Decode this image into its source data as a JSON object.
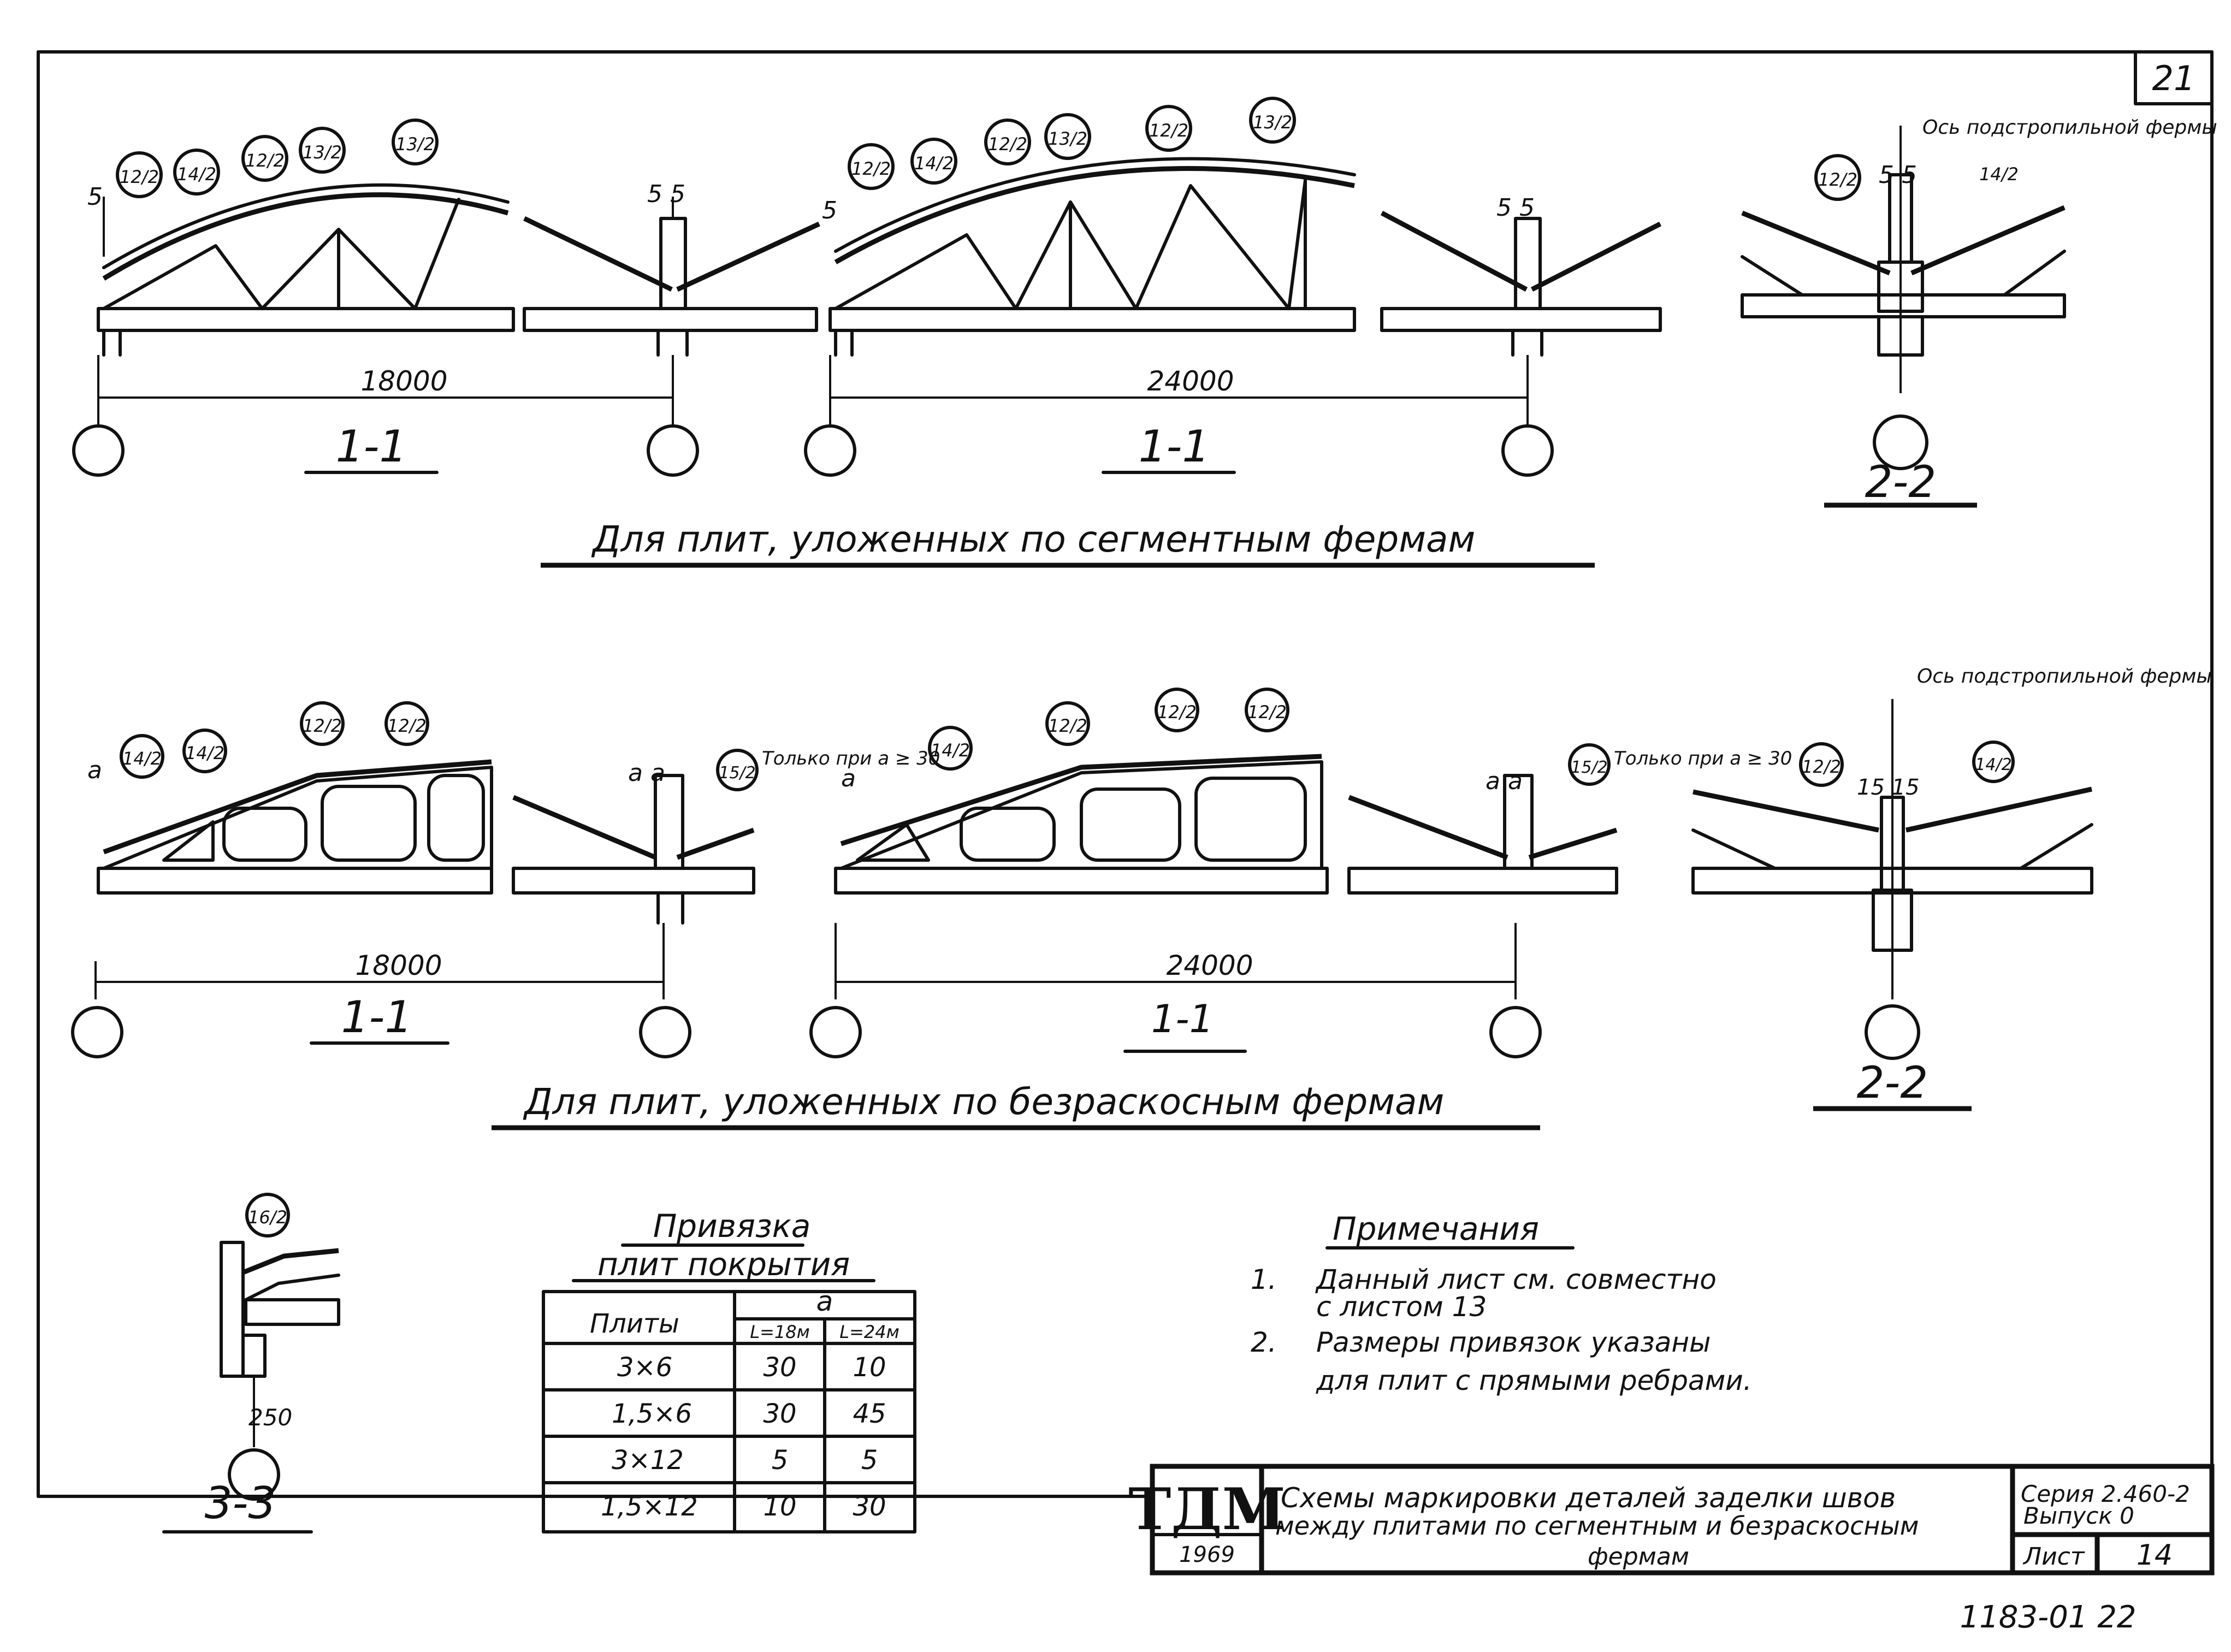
{
  "sheet_no": "21",
  "sections": {
    "segment": {
      "caption": "Для плит, уложенных по сегментным фермам",
      "left": {
        "span": "18000",
        "label": "1-1",
        "marks": [
          "12/2",
          "14/2",
          "12/2",
          "13/2",
          "13/2"
        ],
        "seam": "5",
        "seam_pair": "5 5"
      },
      "mid": {
        "span": "24000",
        "label": "1-1",
        "marks": [
          "12/2",
          "14/2",
          "12/2",
          "13/2",
          "12/2",
          "13/2"
        ],
        "seam": "5",
        "seam_pair": "5 5"
      },
      "right": {
        "label": "2-2",
        "axis_note": "Ось подстропильной фермы",
        "marks": [
          "12/2",
          "14/2"
        ],
        "seam_pair": "5 5"
      }
    },
    "no_brace": {
      "caption": "Для плит, уложенных по безраскосным фермам",
      "left": {
        "span": "18000",
        "label": "1-1",
        "marks": [
          "14/2",
          "14/2",
          "12/2",
          "12/2"
        ],
        "seam": "a",
        "seam_pair": "a a",
        "note_mark": "15/2",
        "note": "Только при a ≥ 30"
      },
      "mid": {
        "span": "24000",
        "label": "1-1",
        "marks": [
          "14/2",
          "12/2",
          "12/2",
          "12/2"
        ],
        "seam": "a",
        "seam_pair": "a a",
        "note_mark": "15/2",
        "note": "Только при a ≥ 30"
      },
      "right": {
        "label": "2-2",
        "axis_note": "Ось подстропильной фермы",
        "marks": [
          "12/2",
          "14/2"
        ],
        "seam_pair": "15 15"
      }
    },
    "detail": {
      "label": "3-3",
      "mark": "16/2",
      "dim": "250"
    }
  },
  "table": {
    "title_line1": "Привязка",
    "title_line2": "плит покрытия",
    "col_plates": "Плиты",
    "col_a": "a",
    "sub_18": "L=18м",
    "sub_24": "L=24м",
    "rows": [
      {
        "plate": "3×6",
        "a18": "30",
        "a24": "10"
      },
      {
        "plate": "1,5×6",
        "a18": "30",
        "a24": "45"
      },
      {
        "plate": "3×12",
        "a18": "5",
        "a24": "5"
      },
      {
        "plate": "1,5×12",
        "a18": "10",
        "a24": "30"
      }
    ]
  },
  "notes": {
    "title": "Примечания",
    "n1_num": "1.",
    "n1_line1": "Данный лист см. совместно",
    "n1_line2": "с листом 13",
    "n2_num": "2.",
    "n2_line1": "Размеры привязок указаны",
    "n2_line2": "для плит с прямыми ребрами."
  },
  "title_block": {
    "logo": "ТДМ",
    "year": "1969",
    "title_line1": "Схемы маркировки деталей заделки швов",
    "title_line2": "между плитами по сегментным и безраскосным",
    "title_line3": "фермам",
    "series_line1": "Серия 2.460-2",
    "series_line2": "Выпуск 0",
    "sheet_label": "Лист",
    "sheet_value": "14"
  },
  "stamp": "1183-01 22"
}
